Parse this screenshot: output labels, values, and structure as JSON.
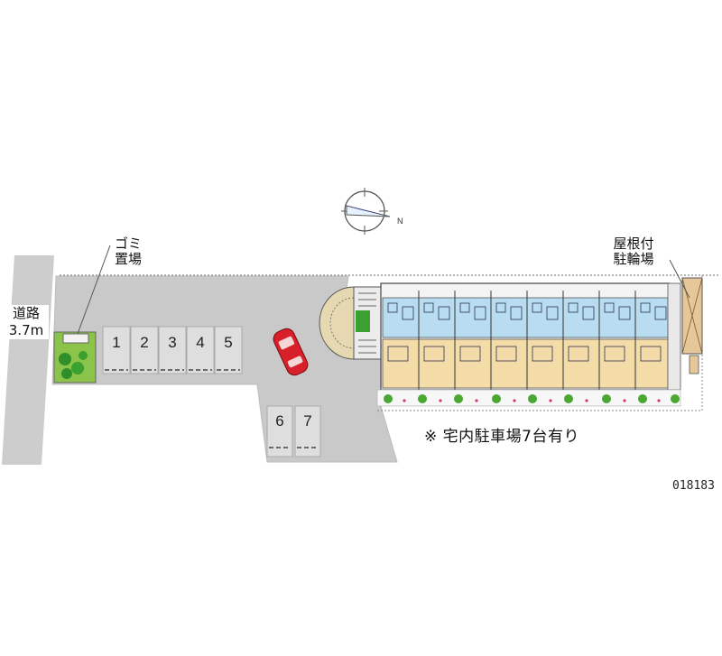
{
  "road": {
    "label": "道路\n3.7m"
  },
  "garbage": {
    "label": "ゴミ\n置場"
  },
  "bike": {
    "label": "屋根付\n駐輪場"
  },
  "parking": {
    "row_top": [
      "1",
      "2",
      "3",
      "4",
      "5"
    ],
    "row_bottom": [
      "6",
      "7"
    ],
    "note": "※ 宅内駐車場7台有り"
  },
  "property_code": "018183",
  "compass": {
    "letter": "N"
  },
  "colors": {
    "lot": "#c8c8c8",
    "building_blue": "#b8dcf0",
    "building_tan": "#f3dca8",
    "car": "#d8202a",
    "green": "#4aa832",
    "road": "#cccccc"
  }
}
